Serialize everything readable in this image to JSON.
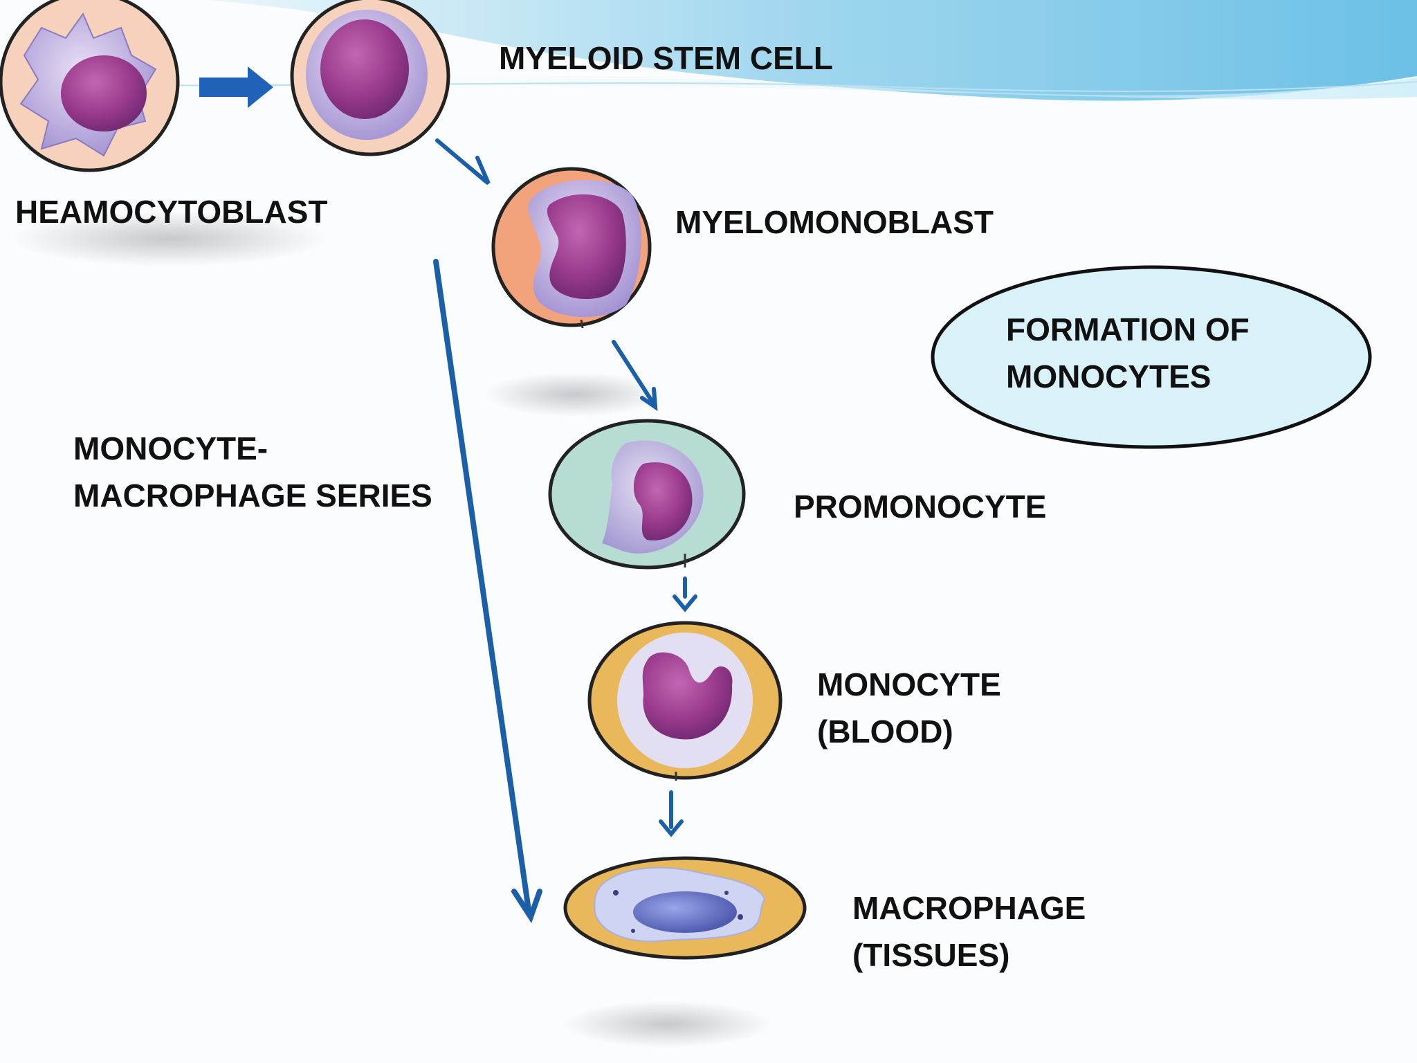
{
  "slide": {
    "title_box": {
      "lines": [
        "FORMATION OF",
        "MONOCYTES"
      ]
    },
    "series_label": {
      "lines": [
        "MONOCYTE-",
        "MACROPHAGE SERIES"
      ]
    },
    "cells": [
      {
        "id": "heamocytoblast",
        "lines": [
          "HEAMOCYTOBLAST"
        ]
      },
      {
        "id": "myeloid-stem-cell",
        "lines": [
          "MYELOID STEM CELL"
        ]
      },
      {
        "id": "myelomonoblast",
        "lines": [
          "MYELOMONOBLAST"
        ]
      },
      {
        "id": "promonocyte",
        "lines": [
          "PROMONOCYTE"
        ]
      },
      {
        "id": "monocyte",
        "lines": [
          "MONOCYTE",
          "(BLOOD)"
        ]
      },
      {
        "id": "macrophage",
        "lines": [
          "MACROPHAGE",
          "(TISSUES)"
        ]
      }
    ]
  },
  "colors": {
    "arrow": "#1b5fa8",
    "header_wave": "#8ccbe8",
    "title_fill": "#d9f1f8",
    "nucleus": "#9b3f8f",
    "cytoplasm": "#b7a6d8"
  }
}
